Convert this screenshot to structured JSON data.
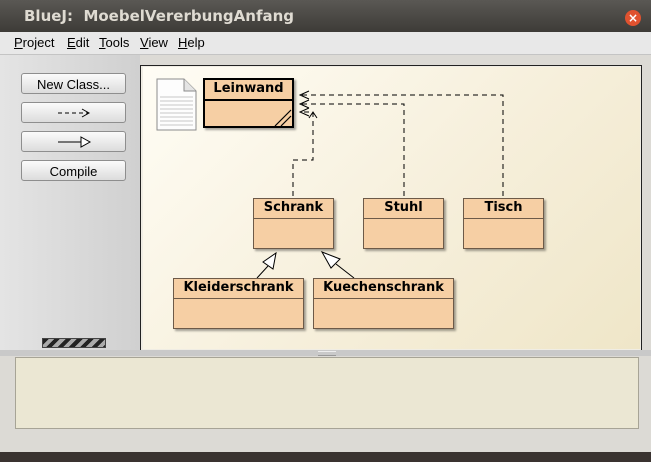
{
  "window": {
    "title": "BlueJ:  MoebelVererbungAnfang"
  },
  "menu": [
    {
      "first": "P",
      "rest": "roject"
    },
    {
      "first": "E",
      "rest": "dit"
    },
    {
      "first": "T",
      "rest": "ools"
    },
    {
      "first": "V",
      "rest": "iew"
    },
    {
      "first": "H",
      "rest": "elp"
    }
  ],
  "buttons": {
    "new_class": "New Class...",
    "compile": "Compile"
  },
  "classes": {
    "leinwand": "Leinwand",
    "schrank": "Schrank",
    "stuhl": "Stuhl",
    "tisch": "Tisch",
    "kleiderschrank": "Kleiderschrank",
    "kuechenschrank": "Kuechenschrank"
  },
  "colors": {
    "class_fill": "#f6cfa4",
    "close_button": "#e0522f"
  },
  "icons": {
    "note": "readme-note-icon",
    "close": "close-icon",
    "dependency": "dashed-arrow-icon",
    "inheritance": "solid-arrow-icon"
  }
}
